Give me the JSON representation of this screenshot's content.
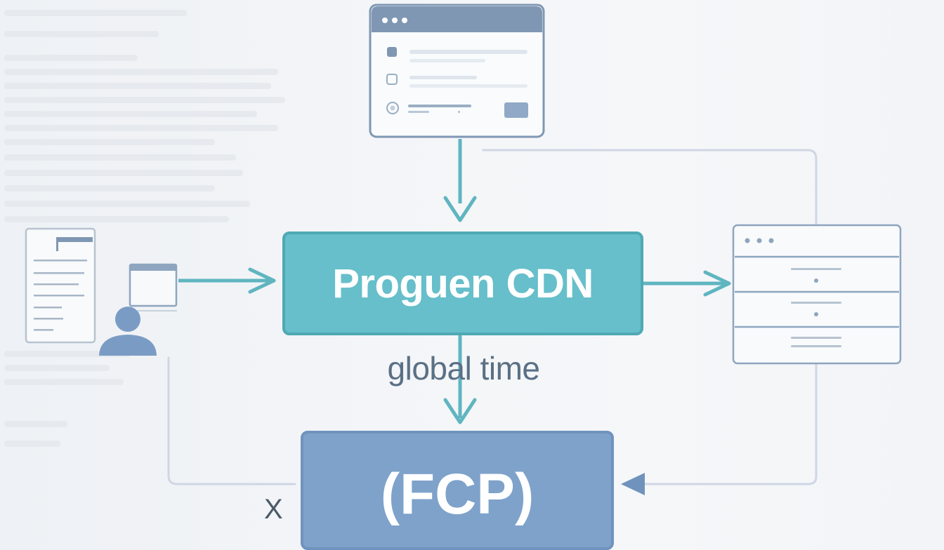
{
  "diagram": {
    "main_node_label": "Proguen CDN",
    "edge_label": "global time",
    "fcp_node_label": "(FCP)",
    "x_mark": "X",
    "colors": {
      "teal_fill": "#66bfca",
      "teal_arrow": "#5fb5c0",
      "blue_fill": "#7ea2ca",
      "icon_stroke": "#7f97b3",
      "connector_gray": "#cfd6e4",
      "user_icon": "#7a9cc4"
    }
  }
}
